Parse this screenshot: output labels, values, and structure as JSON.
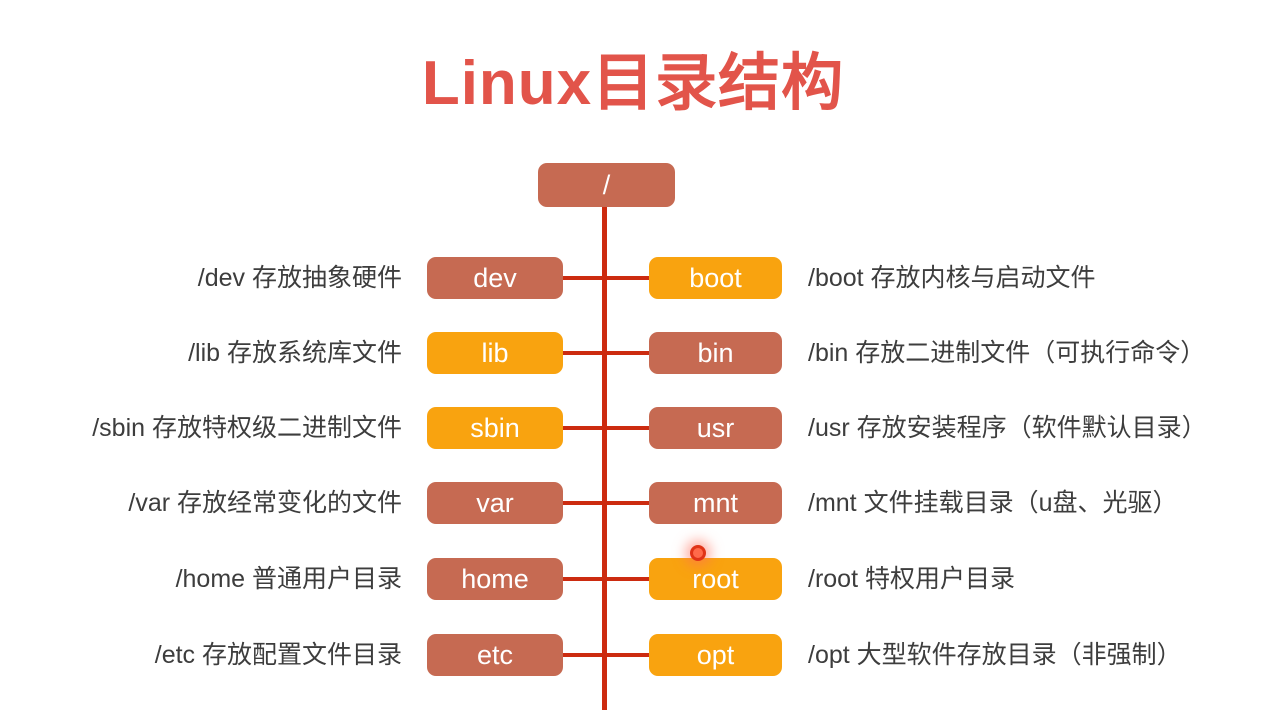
{
  "title": "Linux目录结构",
  "colors": {
    "title_red": "#E2544A",
    "line_red": "#CC2B10",
    "terracotta": "#C66A52",
    "orange": "#F9A30F",
    "label_gray": "#3D3D3D",
    "node_text": "#FFFFFF"
  },
  "root": {
    "label": "/",
    "color": "terracotta"
  },
  "rows": [
    {
      "left_label": "/dev 存放抽象硬件",
      "left_node": "dev",
      "left_color": "terracotta",
      "right_node": "boot",
      "right_color": "orange",
      "right_label": "/boot 存放内核与启动文件"
    },
    {
      "left_label": "/lib 存放系统库文件",
      "left_node": "lib",
      "left_color": "orange",
      "right_node": "bin",
      "right_color": "terracotta",
      "right_label": "/bin 存放二进制文件（可执行命令）"
    },
    {
      "left_label": "/sbin 存放特权级二进制文件",
      "left_node": "sbin",
      "left_color": "orange",
      "right_node": "usr",
      "right_color": "terracotta",
      "right_label": "/usr 存放安装程序（软件默认目录）"
    },
    {
      "left_label": "/var 存放经常变化的文件",
      "left_node": "var",
      "left_color": "terracotta",
      "right_node": "mnt",
      "right_color": "terracotta",
      "right_label": "/mnt 文件挂载目录（u盘、光驱）"
    },
    {
      "left_label": "/home 普通用户目录",
      "left_node": "home",
      "left_color": "terracotta",
      "right_node": "root",
      "right_color": "orange",
      "right_label": "/root 特权用户目录"
    },
    {
      "left_label": "/etc 存放配置文件目录",
      "left_node": "etc",
      "left_color": "terracotta",
      "right_node": "opt",
      "right_color": "orange",
      "right_label": "/opt 大型软件存放目录（非强制）"
    }
  ]
}
